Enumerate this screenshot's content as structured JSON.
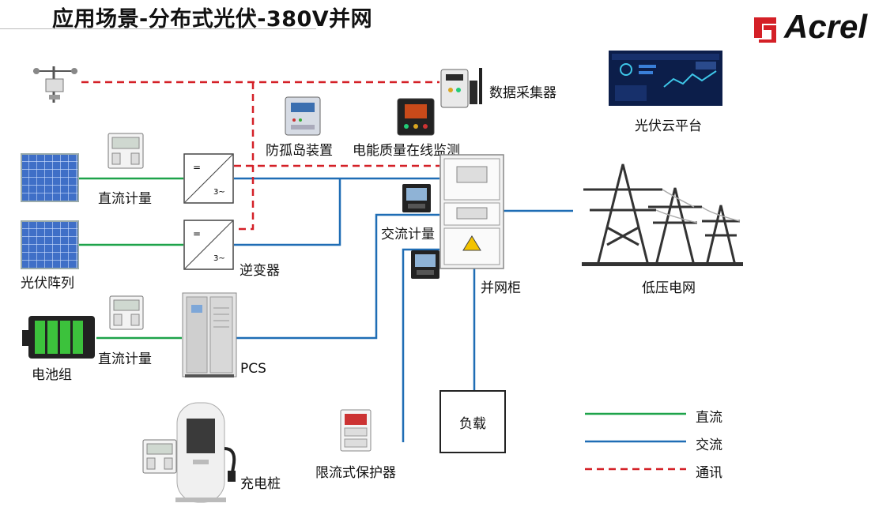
{
  "header": {
    "title": "应用场景-分布式光伏-380V并网",
    "brand": "Acrel"
  },
  "colors": {
    "dc": "#1ea34a",
    "ac": "#1f6db5",
    "comm": "#d42027",
    "logo_red": "#d42027"
  },
  "labels": {
    "data_collector": "数据采集器",
    "anti_islanding": "防孤岛装置",
    "power_quality": "电能质量在线监测",
    "pv_cloud": "光伏云平台",
    "dc_meter_1": "直流计量",
    "pv_array": "光伏阵列",
    "inverter": "逆变器",
    "ac_meter": "交流计量",
    "grid_cabinet": "并网柜",
    "low_voltage_grid": "低压电网",
    "dc_meter_2": "直流计量",
    "battery": "电池组",
    "pcs": "PCS",
    "load": "负载",
    "charging_pile": "充电桩",
    "current_limiter": "限流式保护器"
  },
  "legend": [
    {
      "label": "直流",
      "type": "dc"
    },
    {
      "label": "交流",
      "type": "ac"
    },
    {
      "label": "通讯",
      "type": "comm"
    }
  ]
}
